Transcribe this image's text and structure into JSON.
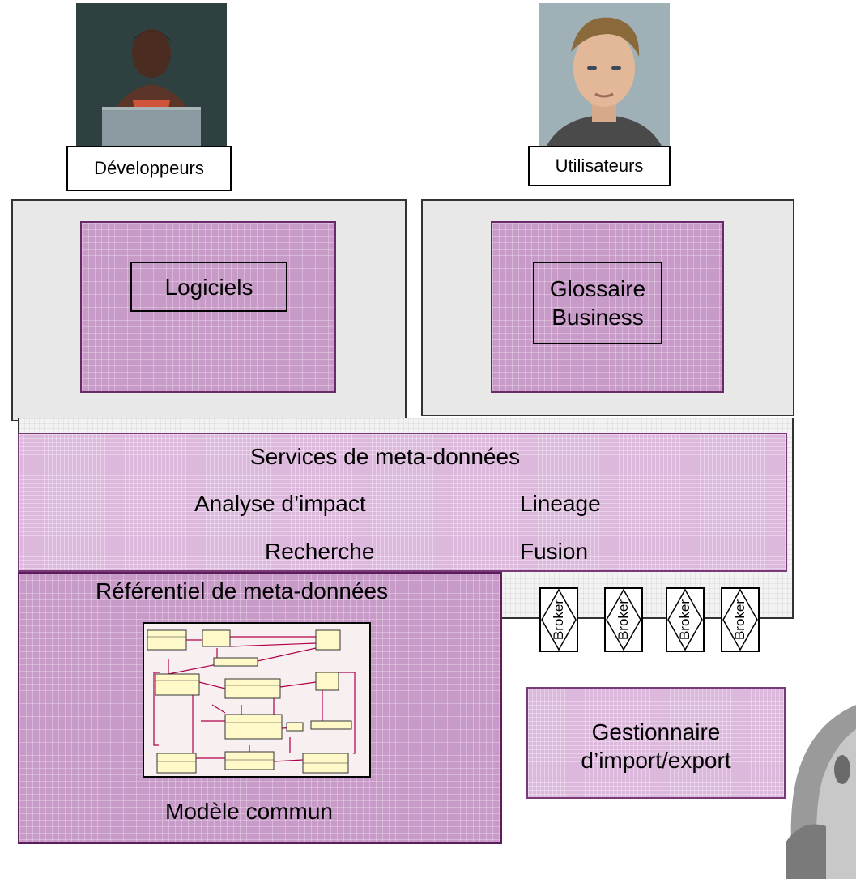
{
  "actors": {
    "developers": {
      "label": "Développeurs",
      "photo_icon": "developer-photo-icon"
    },
    "users": {
      "label": "Utilisateurs",
      "photo_icon": "user-photo-icon"
    }
  },
  "top_left": {
    "inner_label": "Logiciels"
  },
  "top_right": {
    "inner_label": "Glossaire Business"
  },
  "services": {
    "title": "Services de meta-données",
    "impact": "Analyse d’impact",
    "lineage": "Lineage",
    "search": "Recherche",
    "fusion": "Fusion"
  },
  "repository": {
    "title": "Référentiel de meta-données",
    "caption": "Modèle commun",
    "uml_icon": "uml-diagram-icon"
  },
  "import_export": {
    "title": "Gestionnaire d’import/export"
  },
  "brokers": [
    "Broker",
    "Broker",
    "Broker",
    "Broker"
  ],
  "colors": {
    "magenta": "#c89ac8",
    "panel_grey": "#e8e8e8",
    "uml_class_fill": "#fff8c8",
    "uml_link": "#b0004a"
  }
}
